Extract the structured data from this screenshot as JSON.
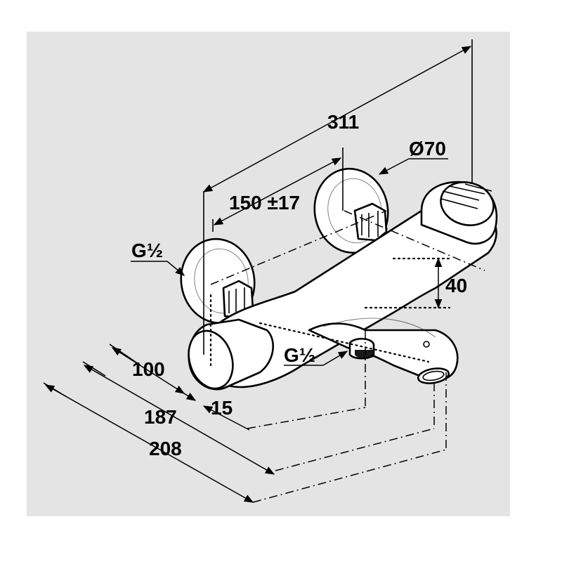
{
  "dimensions": {
    "total_length": "311",
    "rosette_diameter": "Ø70",
    "center_distance": "150 ±17",
    "inlet_thread": "G½",
    "spout_outlet_thread": "G½",
    "spout_height": "40",
    "wall_to_body": "100",
    "knob_offset": "15",
    "wall_to_spout": "187",
    "overall_depth": "208"
  }
}
